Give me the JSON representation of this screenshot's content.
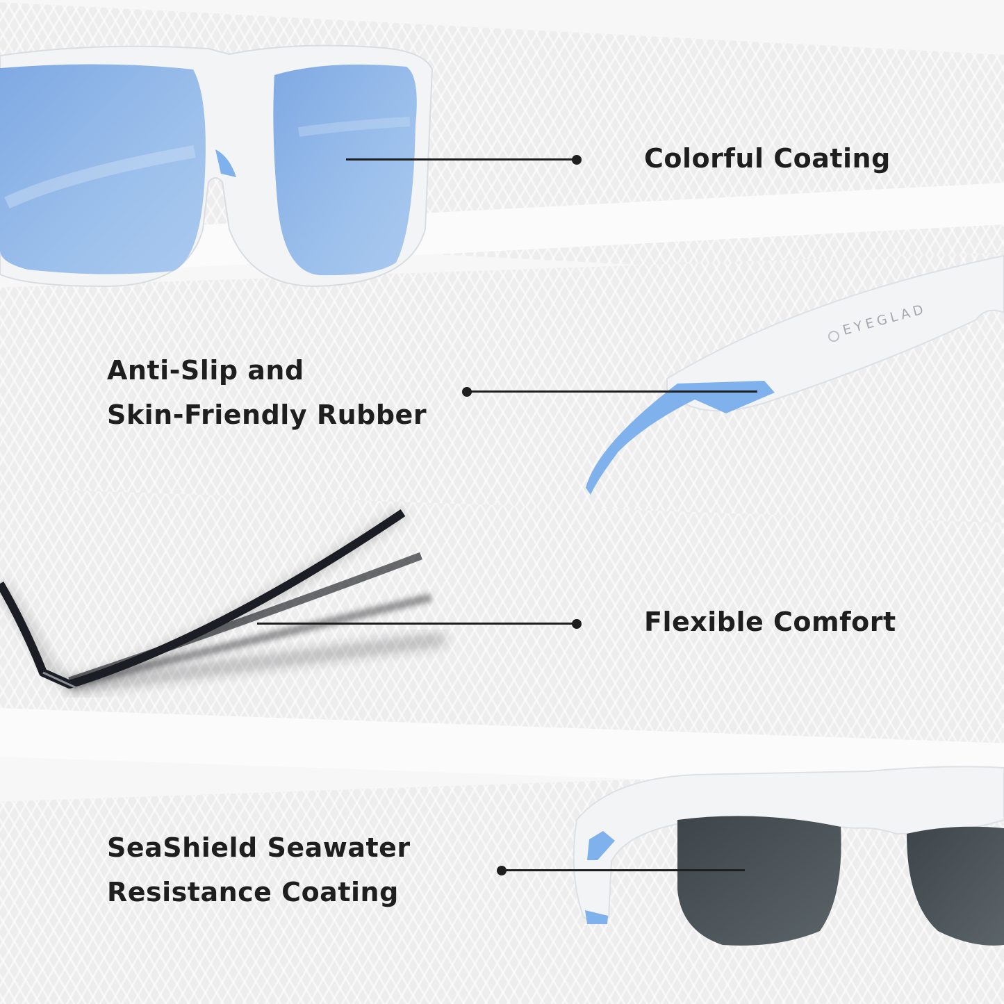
{
  "features": [
    {
      "lines": [
        "Colorful Coating"
      ]
    },
    {
      "lines": [
        "Anti-Slip and",
        "Skin-Friendly Rubber"
      ]
    },
    {
      "lines": [
        "Flexible Comfort"
      ]
    },
    {
      "lines": [
        "SeaShield Seawater",
        "Resistance Coating"
      ]
    }
  ],
  "brand": {
    "temple_logo": "EYEGLAD"
  },
  "colors": {
    "label_text": "#1e1e1e",
    "lens_blue": "#8fb6e6",
    "rubber_blue": "#7fb1ec",
    "frame_white": "#f2f4f6",
    "frame_black": "#1a1d24",
    "lens_grey": "#4b5358"
  }
}
